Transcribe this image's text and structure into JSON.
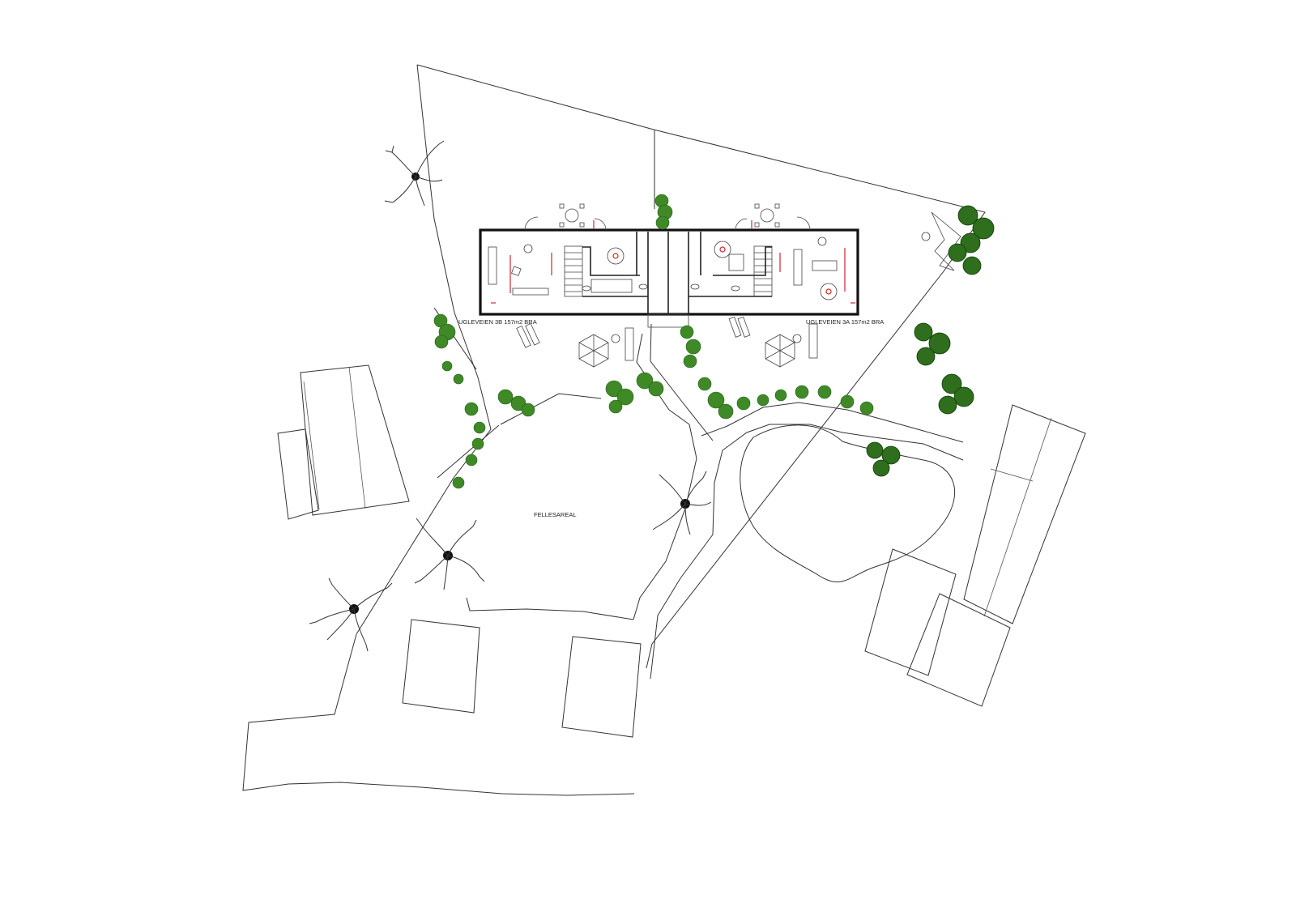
{
  "labels": {
    "unit_3b": "UGLEVEIEN 3B 157m2 BRA",
    "unit_3a": "UGLEVEIEN 3A 157m2 BRA",
    "common_area": "FELLESAREAL"
  },
  "colors": {
    "line": "#333333",
    "wall": "#111111",
    "accent_red": "#d0262b",
    "vegetation_dark": "#1f5e13",
    "vegetation_light": "#56a832",
    "background": "#ffffff"
  },
  "icons": [
    "deciduous-tree-icon",
    "bare-tree-icon",
    "shrub-icon",
    "table-with-chairs-icon",
    "sun-lounger-icon",
    "parasol-icon"
  ]
}
